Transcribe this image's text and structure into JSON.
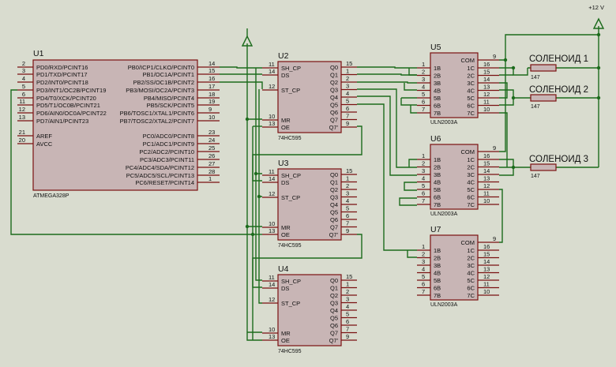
{
  "power": {
    "label": "+12 V"
  },
  "u1": {
    "ref": "U1",
    "part": "ATMEGA328P",
    "left_pins": [
      {
        "num": "2",
        "label": "PD0/RXD/PCINT16"
      },
      {
        "num": "3",
        "label": "PD1/TXD/PCINT17"
      },
      {
        "num": "4",
        "label": "PD2/INT0/PCINT18"
      },
      {
        "num": "5",
        "label": "PD3/INT1/OC2B/PCINT19"
      },
      {
        "num": "6",
        "label": "PD4/T0/XCK/PCINT20"
      },
      {
        "num": "11",
        "label": "PD5/T1/OC0B/PCINT21"
      },
      {
        "num": "12",
        "label": "PD6/AIN0/OC0A/PCINT22"
      },
      {
        "num": "13",
        "label": "PD7/AIN1/PCINT23"
      },
      {
        "num": "21",
        "label": "AREF"
      },
      {
        "num": "20",
        "label": "AVCC"
      }
    ],
    "right_pins": [
      {
        "num": "14",
        "label": "PB0/ICP1/CLKO/PCINT0"
      },
      {
        "num": "15",
        "label": "PB1/OC1A/PCINT1"
      },
      {
        "num": "16",
        "label": "PB2/SS/OC1B/PCINT2"
      },
      {
        "num": "17",
        "label": "PB3/MOSI/OC2A/PCINT3"
      },
      {
        "num": "18",
        "label": "PB4/MISO/PCINT4"
      },
      {
        "num": "19",
        "label": "PB5/SCK/PCINT5"
      },
      {
        "num": "9",
        "label": "PB6/TOSC1/XTAL1/PCINT6"
      },
      {
        "num": "10",
        "label": "PB7/TOSC2/XTAL2/PCINT7"
      },
      {
        "num": "23",
        "label": "PC0/ADC0/PCINT8"
      },
      {
        "num": "24",
        "label": "PC1/ADC1/PCINT9"
      },
      {
        "num": "25",
        "label": "PC2/ADC2/PCINT10"
      },
      {
        "num": "26",
        "label": "PC3/ADC3/PCINT11"
      },
      {
        "num": "27",
        "label": "PC4/ADC4/SDA/PCINT12"
      },
      {
        "num": "28",
        "label": "PC5/ADC5/SCL/PCINT13"
      },
      {
        "num": "1",
        "label": "PC6/RESET/PCINT14"
      }
    ]
  },
  "shiftreg": {
    "part": "74HC595",
    "refs": [
      "U2",
      "U3",
      "U4"
    ],
    "left_pins": [
      {
        "num": "11",
        "label": "SH_CP"
      },
      {
        "num": "14",
        "label": "DS"
      },
      {
        "num": "12",
        "label": "ST_CP"
      },
      {
        "num": "10",
        "label": "MR"
      },
      {
        "num": "13",
        "label": "OE"
      }
    ],
    "right_pins": [
      {
        "num": "15",
        "label": "Q0"
      },
      {
        "num": "1",
        "label": "Q1"
      },
      {
        "num": "2",
        "label": "Q2"
      },
      {
        "num": "3",
        "label": "Q3"
      },
      {
        "num": "4",
        "label": "Q4"
      },
      {
        "num": "5",
        "label": "Q5"
      },
      {
        "num": "6",
        "label": "Q6"
      },
      {
        "num": "7",
        "label": "Q7"
      },
      {
        "num": "9",
        "label": "Q7'"
      }
    ]
  },
  "driver": {
    "part": "ULN2003A",
    "refs": [
      "U5",
      "U6",
      "U7"
    ],
    "left_pins": [
      {
        "num": "1",
        "label": "1B"
      },
      {
        "num": "2",
        "label": "2B"
      },
      {
        "num": "3",
        "label": "3B"
      },
      {
        "num": "4",
        "label": "4B"
      },
      {
        "num": "5",
        "label": "5B"
      },
      {
        "num": "6",
        "label": "6B"
      },
      {
        "num": "7",
        "label": "7B"
      }
    ],
    "com": {
      "num": "9",
      "label": "COM"
    },
    "right_pins": [
      {
        "num": "16",
        "label": "1C"
      },
      {
        "num": "15",
        "label": "2C"
      },
      {
        "num": "14",
        "label": "3C"
      },
      {
        "num": "13",
        "label": "4C"
      },
      {
        "num": "12",
        "label": "5C"
      },
      {
        "num": "11",
        "label": "6C"
      },
      {
        "num": "10",
        "label": "7C"
      }
    ]
  },
  "solenoids": [
    {
      "label": "СОЛЕНОИД 1",
      "value": "147"
    },
    {
      "label": "СОЛЕНОИД 2",
      "value": "147"
    },
    {
      "label": "СОЛЕНОИД 3",
      "value": "147"
    }
  ],
  "colors": {
    "wire": "#1c6b1c",
    "chip_fill": "#c8b5b5",
    "chip_border": "#7a1010",
    "background": "#d9dccf"
  }
}
